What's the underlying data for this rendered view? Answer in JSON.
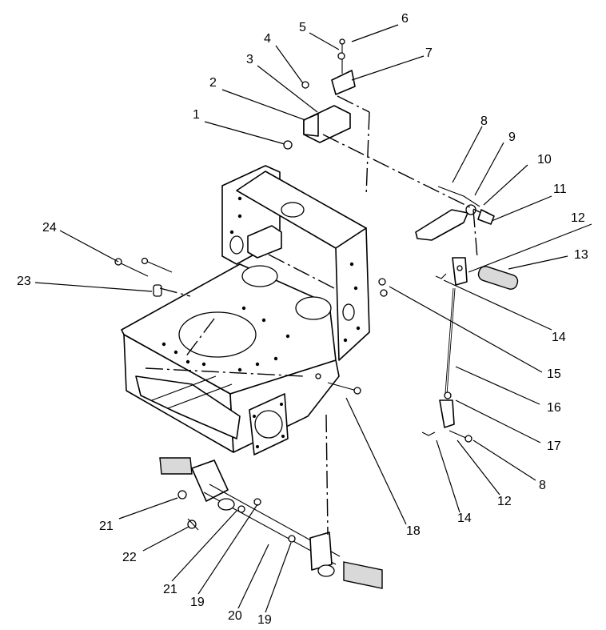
{
  "callouts": [
    {
      "n": "1"
    },
    {
      "n": "2"
    },
    {
      "n": "3"
    },
    {
      "n": "4"
    },
    {
      "n": "5"
    },
    {
      "n": "6"
    },
    {
      "n": "7"
    },
    {
      "n": "8"
    },
    {
      "n": "9"
    },
    {
      "n": "10"
    },
    {
      "n": "11"
    },
    {
      "n": "12"
    },
    {
      "n": "13"
    },
    {
      "n": "14"
    },
    {
      "n": "14"
    },
    {
      "n": "15"
    },
    {
      "n": "16"
    },
    {
      "n": "17"
    },
    {
      "n": "8"
    },
    {
      "n": "12"
    },
    {
      "n": "18"
    },
    {
      "n": "21"
    },
    {
      "n": "22"
    },
    {
      "n": "21"
    },
    {
      "n": "19"
    },
    {
      "n": "20"
    },
    {
      "n": "19"
    },
    {
      "n": "23"
    },
    {
      "n": "24"
    }
  ]
}
